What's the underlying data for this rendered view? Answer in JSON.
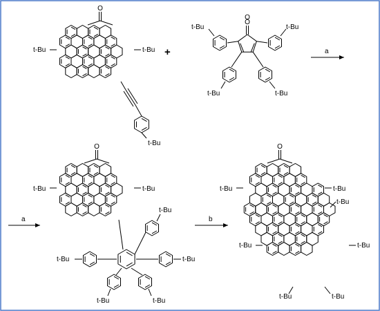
{
  "border_color": "#4a78c8",
  "line_color": "#000000",
  "substituent_label": "t-Bu",
  "oxygen_label": "O",
  "plus_sign": "+",
  "reactions": {
    "step1_label": "a",
    "step2_label": "a",
    "step3_label": "b"
  },
  "molecules": [
    {
      "role": "diketone-alkyne-reactant",
      "tBu_label_count": 3
    },
    {
      "role": "tetraarylcyclopentadienone-reactant",
      "tBu_label_count": 4
    },
    {
      "role": "hexaarylbenzene-intermediate",
      "tBu_label_count": 7
    },
    {
      "role": "graphitized-product",
      "tBu_label_count": 7
    }
  ]
}
